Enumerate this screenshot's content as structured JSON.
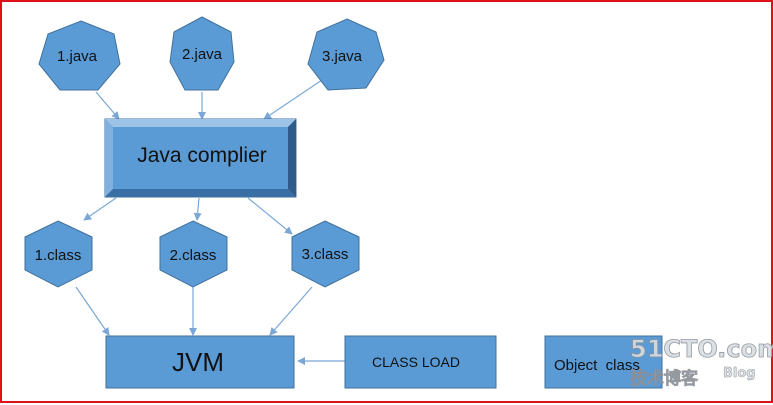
{
  "diagram": {
    "source_nodes": [
      {
        "id": "java1",
        "label": "1.java"
      },
      {
        "id": "java2",
        "label": "2.java"
      },
      {
        "id": "java3",
        "label": "3.java"
      }
    ],
    "compiler": {
      "label": "Java complier"
    },
    "class_nodes": [
      {
        "id": "class1",
        "label": "1.class"
      },
      {
        "id": "class2",
        "label": "2.class"
      },
      {
        "id": "class3",
        "label": "3.class"
      }
    ],
    "jvm": {
      "label": "JVM"
    },
    "class_loader": {
      "label": "CLASS LOAD"
    },
    "object_class": {
      "label": "Object  class"
    }
  },
  "watermark": {
    "brand": "51CTO.com",
    "sub": "技术博客",
    "blog": "Blog"
  },
  "colors": {
    "fill": "#5b9bd5",
    "stroke": "#41719c",
    "arrow": "#7aa7d6",
    "border": "#e0101b",
    "bevel_light": "#9dc3e6",
    "bevel_dark": "#2e5b8a"
  }
}
